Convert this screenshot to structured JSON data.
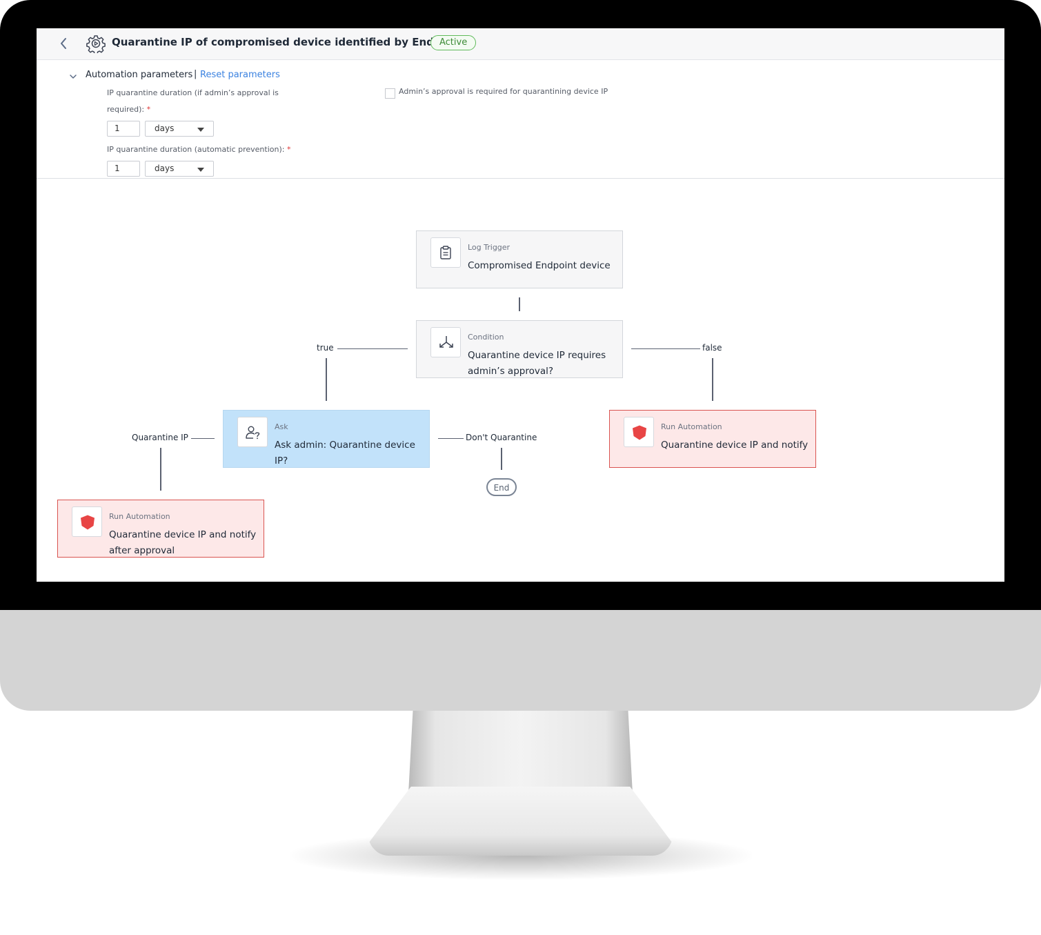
{
  "header": {
    "title": "Quarantine IP of compromised device identified by Endpoint",
    "status": "Active"
  },
  "params": {
    "section_title": "Automation parameters",
    "separator": "|",
    "reset_label": "Reset parameters",
    "field1_label_line1": "IP quarantine duration (if admin’s approval is",
    "field1_label_line2": "required):",
    "field1_value": "1",
    "field1_unit": "days",
    "field2_label": "IP quarantine duration (automatic prevention):",
    "field2_value": "1",
    "field2_unit": "days",
    "required_marker": "*",
    "approval_checkbox_label": "Admin’s approval is required for quarantining device IP"
  },
  "flow": {
    "trigger": {
      "type": "Log Trigger",
      "label": "Compromised Endpoint device"
    },
    "condition": {
      "type": "Condition",
      "label": "Quarantine device IP requires admin’s approval?"
    },
    "ask": {
      "type": "Ask",
      "label": "Ask admin: Quarantine device IP?"
    },
    "run_right": {
      "type": "Run Automation",
      "label": "Quarantine device IP and notify"
    },
    "run_left": {
      "type": "Run Automation",
      "label": "Quarantine device IP and notify after approval"
    },
    "edge_true": "true",
    "edge_false": "false",
    "edge_quarantine": "Quarantine IP",
    "edge_dont": "Don't Quarantine",
    "end": "End"
  },
  "colors": {
    "active_green": "#5fba5a",
    "link_blue": "#3b82e0",
    "ask_fill": "#c2e2fa",
    "run_fill": "#fde8e8",
    "run_border": "#d9534f",
    "shield_red": "#e84545"
  }
}
